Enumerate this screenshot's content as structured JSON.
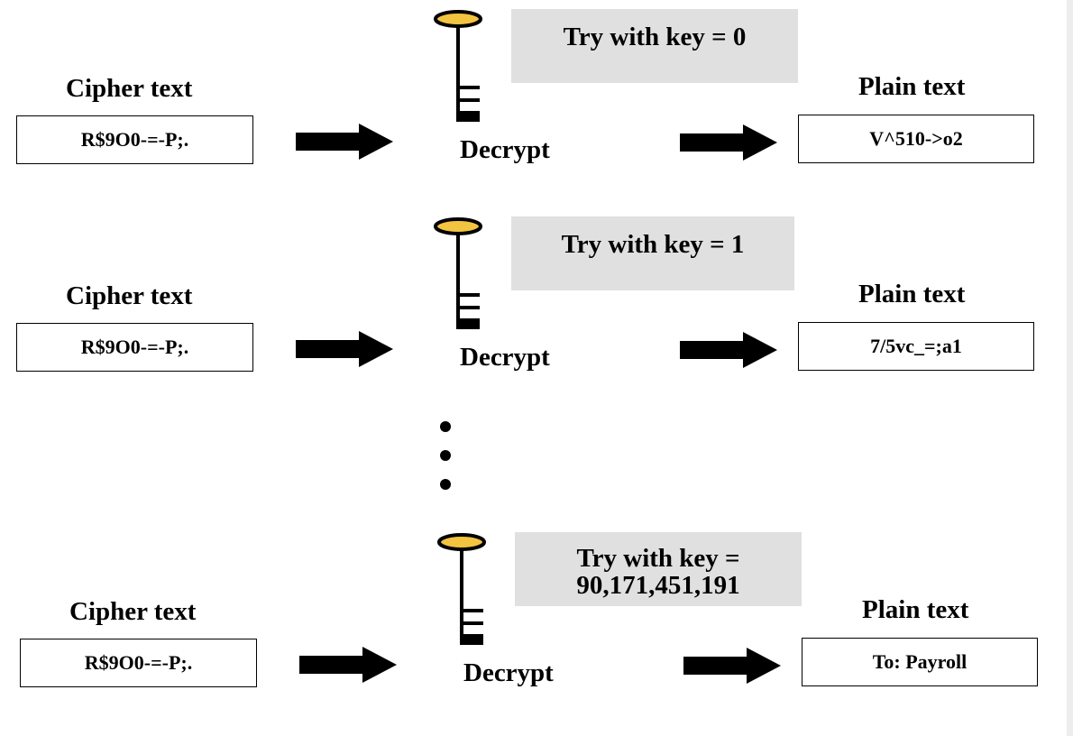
{
  "rows": [
    {
      "cipher_label": "Cipher text",
      "cipher_value": "R$9O0-=-P;.",
      "key_label": "Try with key = 0",
      "decrypt_label": "Decrypt",
      "plain_label": "Plain text",
      "plain_value": "V^510->o2"
    },
    {
      "cipher_label": "Cipher text",
      "cipher_value": "R$9O0-=-P;.",
      "key_label": "Try with key = 1",
      "decrypt_label": "Decrypt",
      "plain_label": "Plain text",
      "plain_value": "7/5vc_=;a1"
    },
    {
      "cipher_label": "Cipher text",
      "cipher_value": "R$9O0-=-P;.",
      "key_label_line1": "Try with key =",
      "key_label_line2": "90,171,451,191",
      "decrypt_label": "Decrypt",
      "plain_label": "Plain text",
      "plain_value": "To: Payroll"
    }
  ],
  "icons": {
    "key": "key-icon",
    "arrow": "right-arrow-icon",
    "ellipsis": "vertical-ellipsis-icon"
  },
  "colors": {
    "key_head_fill": "#f3c440",
    "key_box_bg": "#e0e0e0",
    "ink": "#000000"
  }
}
